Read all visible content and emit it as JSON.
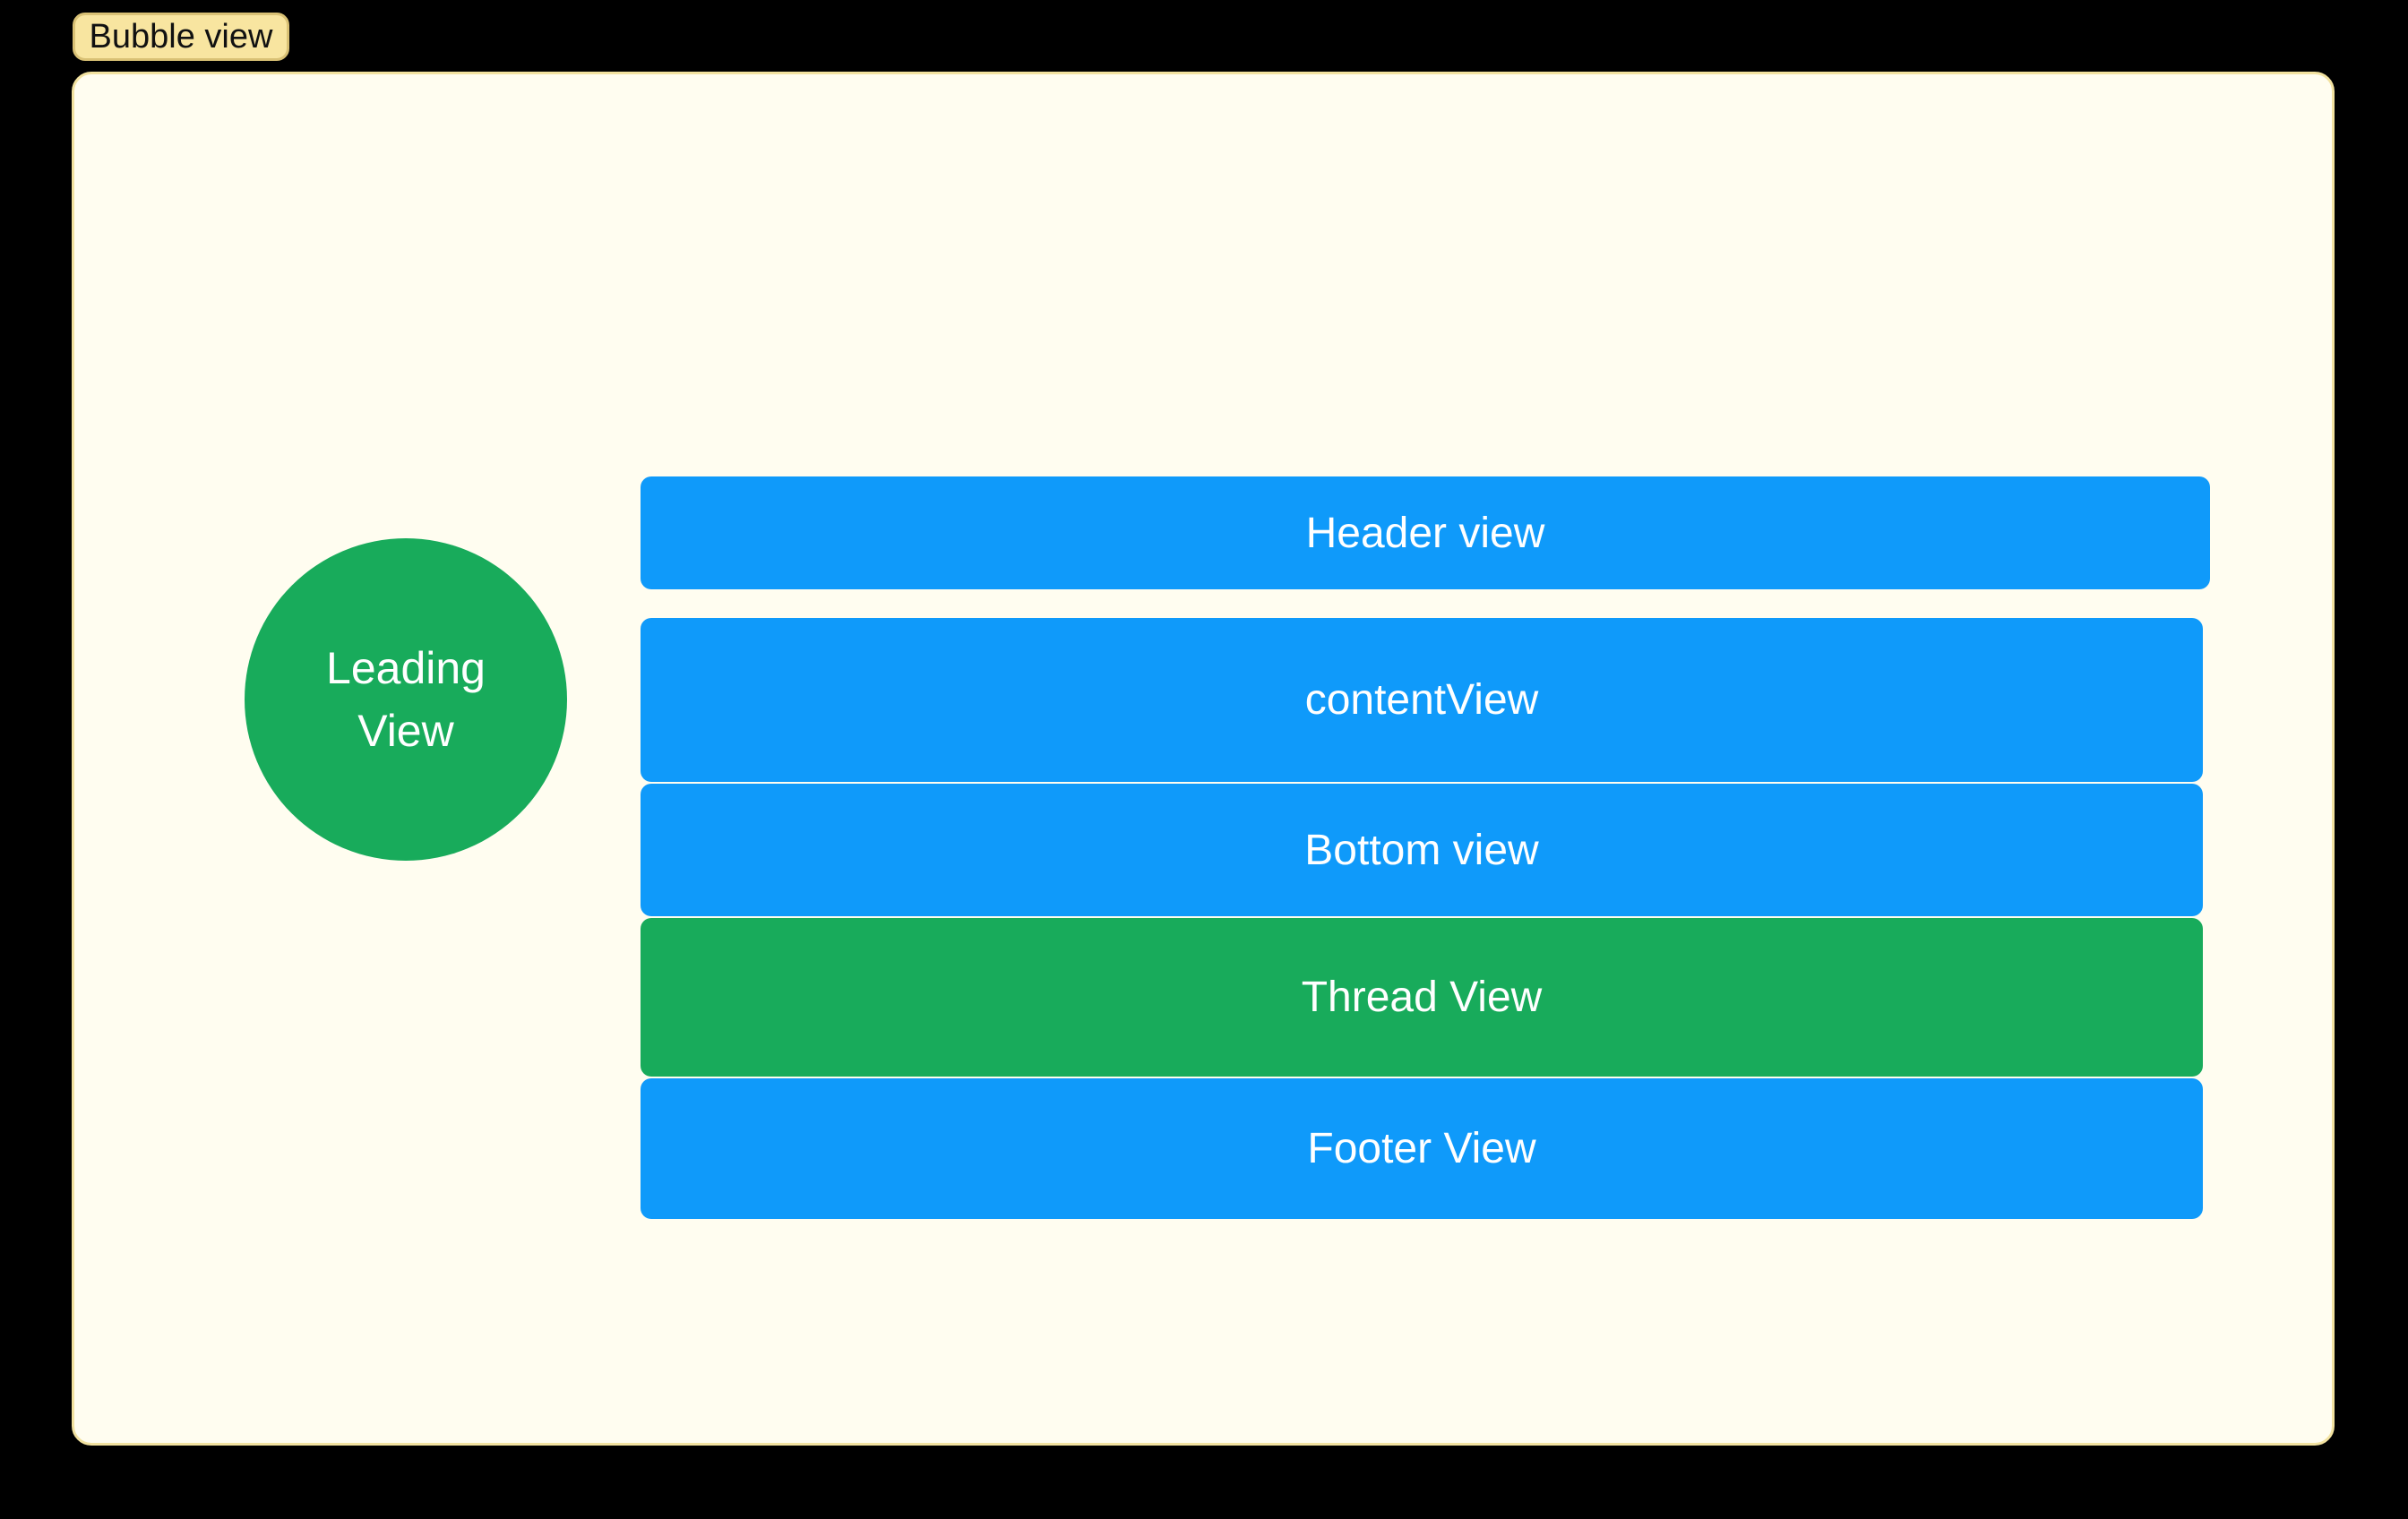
{
  "badge": {
    "label": "Bubble view",
    "bg": "#f8e5a0",
    "border": "#d9c175",
    "text_color": "#111111"
  },
  "panel": {
    "bg": "#fffdf0",
    "border": "#f2e2a0"
  },
  "colors": {
    "blue": "#0f9afa",
    "green": "#18ab5b",
    "label_text": "#ffffff",
    "background": "#000000"
  },
  "leading_view": {
    "line1": "Leading",
    "line2": "View"
  },
  "bars": [
    {
      "id": "header-view",
      "label": "Header view",
      "color_key": "blue"
    },
    {
      "id": "content-view",
      "label": "contentView",
      "color_key": "blue"
    },
    {
      "id": "bottom-view",
      "label": "Bottom view",
      "color_key": "blue"
    },
    {
      "id": "thread-view",
      "label": "Thread View",
      "color_key": "green"
    },
    {
      "id": "footer-view",
      "label": "Footer View",
      "color_key": "blue"
    }
  ]
}
